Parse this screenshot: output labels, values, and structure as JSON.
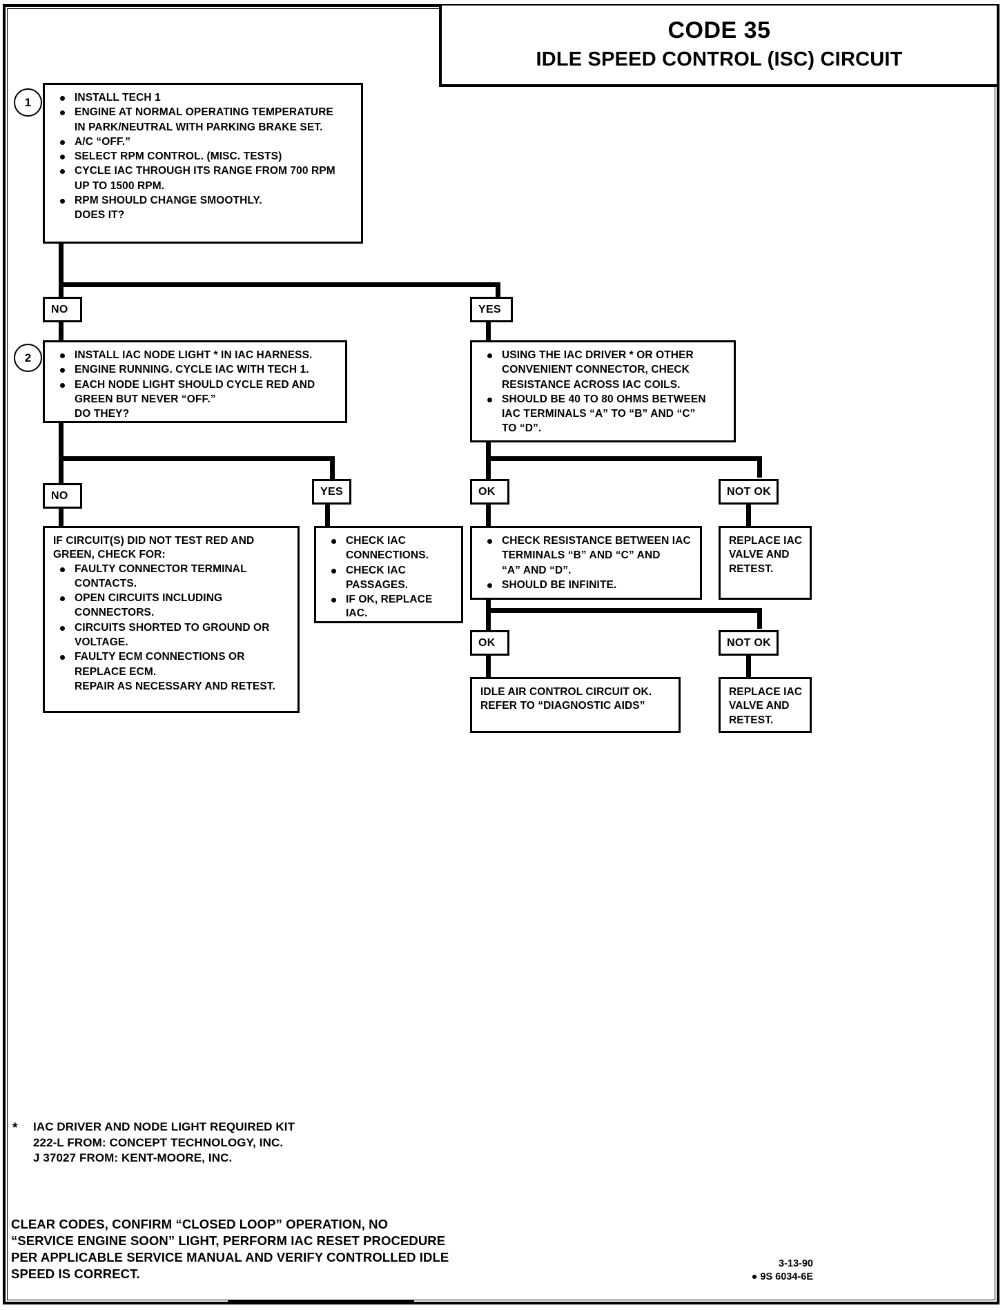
{
  "title": {
    "code": "CODE 35",
    "subtitle": "IDLE SPEED CONTROL (ISC) CIRCUIT"
  },
  "steps": {
    "one": "1",
    "two": "2"
  },
  "box1": {
    "items": [
      "INSTALL TECH 1",
      "ENGINE AT NORMAL OPERATING TEMPERATURE",
      "A/C “OFF.”",
      "SELECT RPM CONTROL.  (MISC. TESTS)",
      "CYCLE IAC THROUGH ITS RANGE FROM 700 RPM",
      "RPM SHOULD CHANGE SMOOTHLY."
    ],
    "cont_temp": "IN PARK/NEUTRAL WITH PARKING BRAKE SET.",
    "cont_rpm": "UP TO 1500 RPM.",
    "question": "DOES IT?"
  },
  "branch1": {
    "no": "NO",
    "yes": "YES"
  },
  "box2": {
    "items": [
      "INSTALL IAC NODE LIGHT * IN IAC HARNESS.",
      "ENGINE RUNNING.  CYCLE IAC WITH TECH 1.",
      "EACH NODE LIGHT SHOULD CYCLE RED AND"
    ],
    "cont_green": "GREEN BUT NEVER “OFF.”",
    "question": "DO THEY?"
  },
  "box_resistance": {
    "items": [
      "USING THE IAC DRIVER * OR OTHER",
      "SHOULD BE 40 TO 80 OHMS BETWEEN"
    ],
    "cont_conn1": "CONVENIENT CONNECTOR, CHECK",
    "cont_conn2": "RESISTANCE ACROSS IAC COILS.",
    "cont_term1": "IAC TERMINALS “A” TO “B” AND “C”",
    "cont_term2": "TO “D”."
  },
  "branch2": {
    "no": "NO",
    "yes": "YES",
    "ok": "OK",
    "not_ok": "NOT OK"
  },
  "branch3": {
    "ok": "OK",
    "not_ok": "NOT OK"
  },
  "box_faults": {
    "lead1": "IF CIRCUIT(S) DID NOT TEST RED AND",
    "lead2": "GREEN, CHECK FOR:",
    "items": [
      "FAULTY CONNECTOR TERMINAL",
      "OPEN CIRCUITS INCLUDING",
      "CIRCUITS SHORTED TO GROUND OR",
      "FAULTY ECM CONNECTIONS OR"
    ],
    "cont_contacts": "CONTACTS.",
    "cont_connectors": "CONNECTORS.",
    "cont_voltage": "VOLTAGE.",
    "cont_replace": "REPLACE ECM.",
    "closing": "REPAIR AS NECESSARY AND RETEST."
  },
  "box_check_iac": {
    "items": [
      "CHECK IAC",
      "CHECK IAC",
      "IF OK, REPLACE IAC."
    ],
    "cont_connections": "CONNECTIONS.",
    "cont_passages": "PASSAGES."
  },
  "box_check_resistance": {
    "items": [
      "CHECK RESISTANCE BETWEEN IAC",
      "SHOULD BE INFINITE."
    ],
    "cont_term1": "TERMINALS “B” AND “C” AND",
    "cont_term2": "“A” AND “D”."
  },
  "box_replace_1": {
    "l1": "REPLACE IAC",
    "l2": "VALVE AND",
    "l3": "RETEST."
  },
  "box_replace_2": {
    "l1": "REPLACE IAC",
    "l2": "VALVE AND",
    "l3": "RETEST."
  },
  "box_circuit_ok": {
    "l1": "IDLE AIR CONTROL CIRCUIT OK.",
    "l2": "REFER TO “DIAGNOSTIC AIDS”"
  },
  "footnote": {
    "star": "*",
    "l1": "IAC DRIVER AND NODE LIGHT REQUIRED KIT",
    "l2": "222-L FROM:  CONCEPT TECHNOLOGY, INC.",
    "l3": "J 37027 FROM:  KENT-MOORE, INC."
  },
  "footer": {
    "l1": "CLEAR CODES, CONFIRM “CLOSED LOOP” OPERATION, NO",
    "l2": "“SERVICE ENGINE SOON” LIGHT, PERFORM IAC RESET PROCEDURE",
    "l3": "PER APPLICABLE SERVICE MANUAL AND VERIFY CONTROLLED IDLE",
    "l4": "SPEED IS CORRECT."
  },
  "stamp": {
    "date": "3-13-90",
    "code": "● 9S 6034-6E"
  },
  "colors": {
    "ink": "#000000",
    "paper": "#ffffff"
  }
}
